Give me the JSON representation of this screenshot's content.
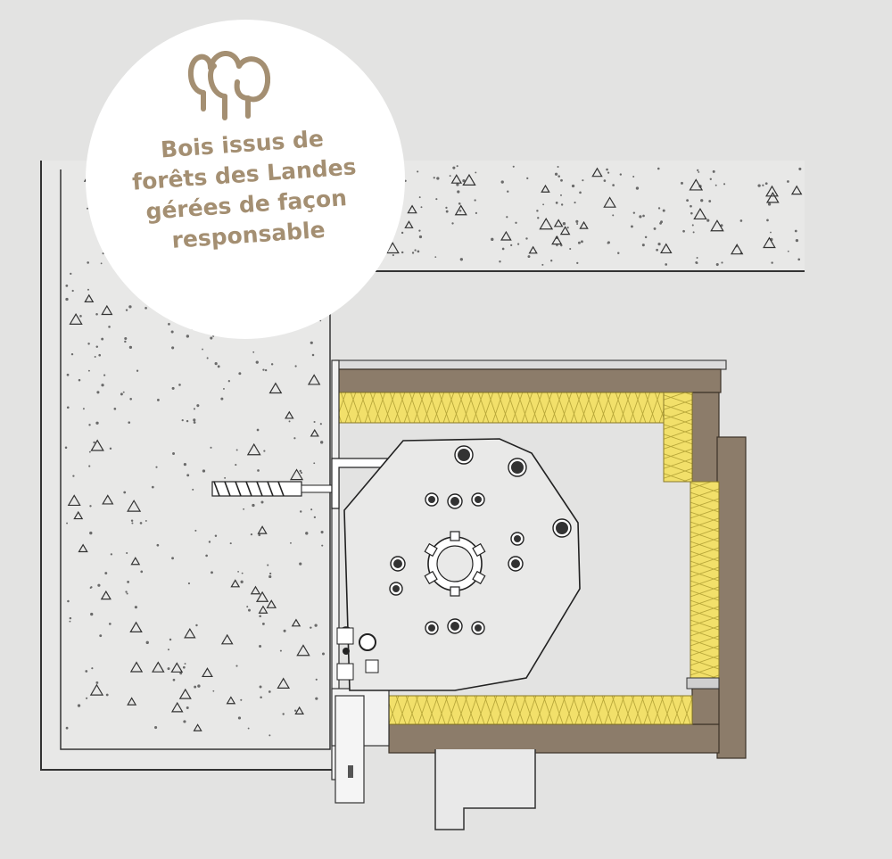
{
  "badge": {
    "lines": [
      "Bois issus de",
      "forêts des Landes",
      "gérées de façon",
      "responsable"
    ],
    "icon": "trees-icon"
  },
  "colors": {
    "background": "#e3e3e2",
    "concrete": "#e6e6e5",
    "wood": "#8c7c6a",
    "insulation": "#f2e06a",
    "badge_text": "#a48f72",
    "line": "#4a4a4a"
  }
}
